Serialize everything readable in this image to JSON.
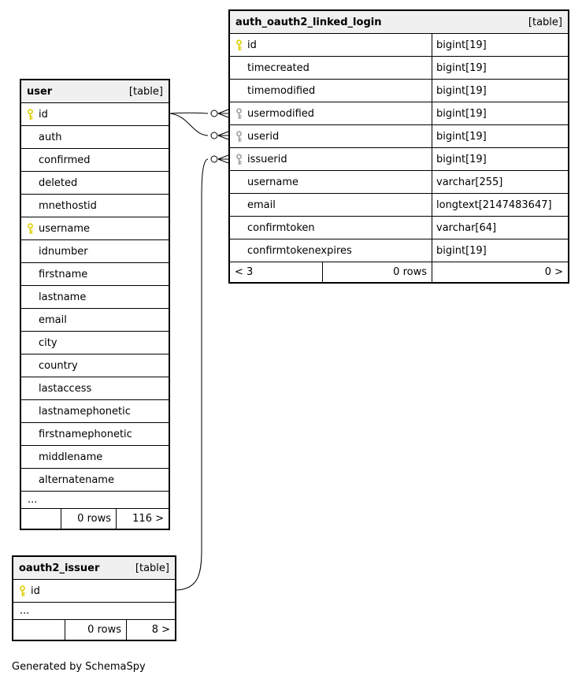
{
  "colors": {
    "primary_key": "#ddce00",
    "foreign_key": "#9e9e9e",
    "header_bg": "#f0f0f0",
    "border": "#000000"
  },
  "note": "Generated by SchemaSpy",
  "tables": {
    "auth": {
      "title": "auth_oauth2_linked_login",
      "badge": "[table]",
      "columns": [
        {
          "name": "id",
          "type": "bigint[19]",
          "key": "primary"
        },
        {
          "name": "timecreated",
          "type": "bigint[19]",
          "key": "none"
        },
        {
          "name": "timemodified",
          "type": "bigint[19]",
          "key": "none"
        },
        {
          "name": "usermodified",
          "type": "bigint[19]",
          "key": "foreign"
        },
        {
          "name": "userid",
          "type": "bigint[19]",
          "key": "foreign"
        },
        {
          "name": "issuerid",
          "type": "bigint[19]",
          "key": "foreign"
        },
        {
          "name": "username",
          "type": "varchar[255]",
          "key": "none"
        },
        {
          "name": "email",
          "type": "longtext[2147483647]",
          "key": "none"
        },
        {
          "name": "confirmtoken",
          "type": "varchar[64]",
          "key": "none"
        },
        {
          "name": "confirmtokenexpires",
          "type": "bigint[19]",
          "key": "none"
        }
      ],
      "footer": {
        "related": "< 3",
        "rows": "0 rows",
        "children": "0 >"
      }
    },
    "user": {
      "title": "user",
      "badge": "[table]",
      "columns": [
        {
          "name": "id",
          "key": "primary"
        },
        {
          "name": "auth",
          "key": "none"
        },
        {
          "name": "confirmed",
          "key": "none"
        },
        {
          "name": "deleted",
          "key": "none"
        },
        {
          "name": "mnethostid",
          "key": "none"
        },
        {
          "name": "username",
          "key": "primary"
        },
        {
          "name": "idnumber",
          "key": "none"
        },
        {
          "name": "firstname",
          "key": "none"
        },
        {
          "name": "lastname",
          "key": "none"
        },
        {
          "name": "email",
          "key": "none"
        },
        {
          "name": "city",
          "key": "none"
        },
        {
          "name": "country",
          "key": "none"
        },
        {
          "name": "lastaccess",
          "key": "none"
        },
        {
          "name": "lastnamephonetic",
          "key": "none"
        },
        {
          "name": "firstnamephonetic",
          "key": "none"
        },
        {
          "name": "middlename",
          "key": "none"
        },
        {
          "name": "alternatename",
          "key": "none"
        }
      ],
      "ellipsis": "...",
      "footer": {
        "related": "",
        "rows": "0 rows",
        "children": "116 >"
      }
    },
    "issuer": {
      "title": "oauth2_issuer",
      "badge": "[table]",
      "columns": [
        {
          "name": "id",
          "key": "primary"
        }
      ],
      "ellipsis": "...",
      "footer": {
        "related": "",
        "rows": "0 rows",
        "children": "8 >"
      }
    }
  }
}
